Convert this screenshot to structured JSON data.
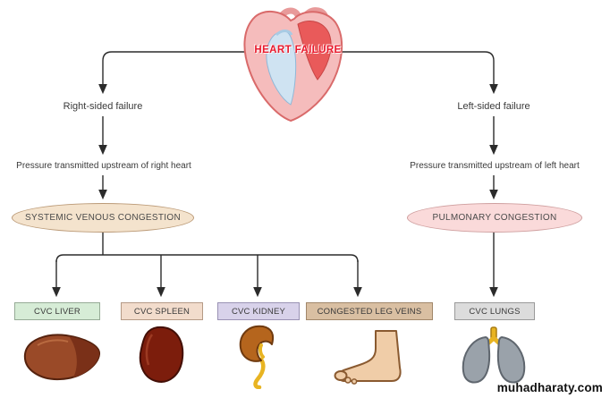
{
  "heart": {
    "label": "HEART FAILURE",
    "label_color": "#e8192c"
  },
  "left_branch": {
    "failure_label": "Right-sided failure",
    "pressure_label": "Pressure transmitted upstream of right heart",
    "congestion_label": "SYSTEMIC VENOUS CONGESTION",
    "congestion_color": "#f4e3cd",
    "outcomes": [
      {
        "label": "CVC LIVER",
        "organ_icon": "liver-icon",
        "box_color": "#d6ecd6"
      },
      {
        "label": "CVC SPLEEN",
        "organ_icon": "spleen-icon",
        "box_color": "#f2dccc"
      },
      {
        "label": "CVC KIDNEY",
        "organ_icon": "kidney-icon",
        "box_color": "#d8d2ea"
      },
      {
        "label": "CONGESTED LEG VEINS",
        "organ_icon": "leg-foot-icon",
        "box_color": "#d9bfa2"
      }
    ]
  },
  "right_branch": {
    "failure_label": "Left-sided failure",
    "pressure_label": "Pressure transmitted upstream of left heart",
    "congestion_label": "PULMONARY CONGESTION",
    "congestion_color": "#fadada",
    "outcomes": [
      {
        "label": "CVC LUNGS",
        "organ_icon": "lungs-icon",
        "box_color": "#dcdcdc"
      }
    ]
  },
  "watermark": "muhadharaty.com"
}
